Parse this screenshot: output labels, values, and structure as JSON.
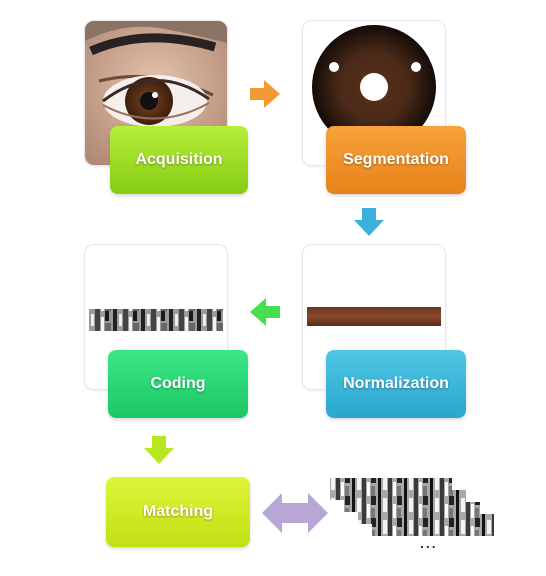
{
  "steps": {
    "acquisition": "Acquisition",
    "segmentation": "Segmentation",
    "normalization": "Normalization",
    "coding": "Coding",
    "matching": "Matching"
  },
  "ellipsis": "...",
  "colors": {
    "acquisition": "#9BDD22",
    "segmentation": "#F08E2A",
    "normalization": "#38B5DA",
    "coding": "#2AD776",
    "matching": "#D1EA24",
    "arrow_orange": "#F59A32",
    "arrow_blue": "#3AB0DA",
    "arrow_green": "#47DE52",
    "arrow_lime": "#B8E621",
    "arrow_double": "#B7A6D6"
  }
}
